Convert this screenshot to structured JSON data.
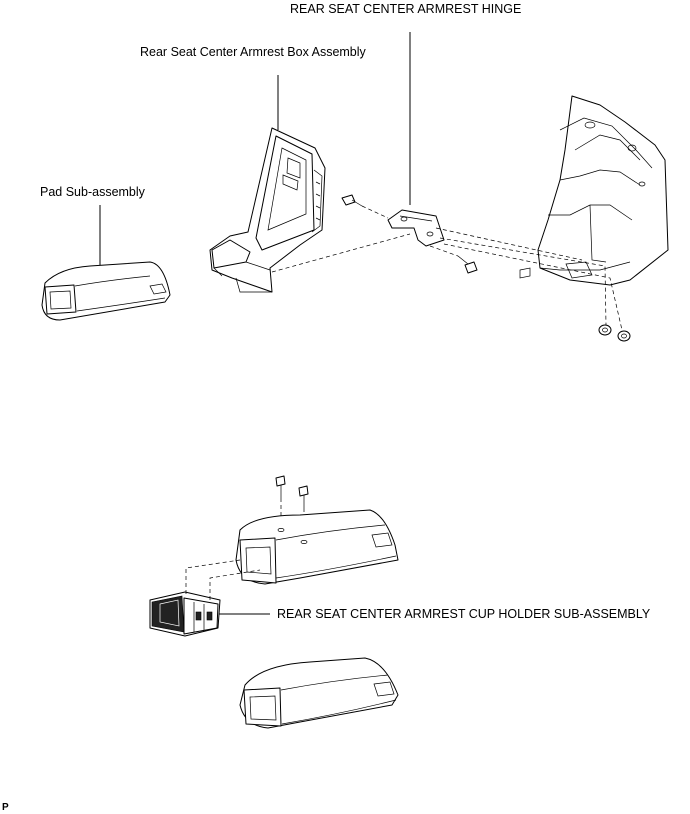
{
  "labels": {
    "hinge": "REAR SEAT CENTER ARMREST HINGE",
    "box_assembly": "Rear Seat Center Armrest Box Assembly",
    "pad": "Pad Sub-assembly",
    "cup_holder": "REAR SEAT CENTER ARMREST CUP HOLDER SUB-ASSEMBLY"
  },
  "corner_mark": "P"
}
